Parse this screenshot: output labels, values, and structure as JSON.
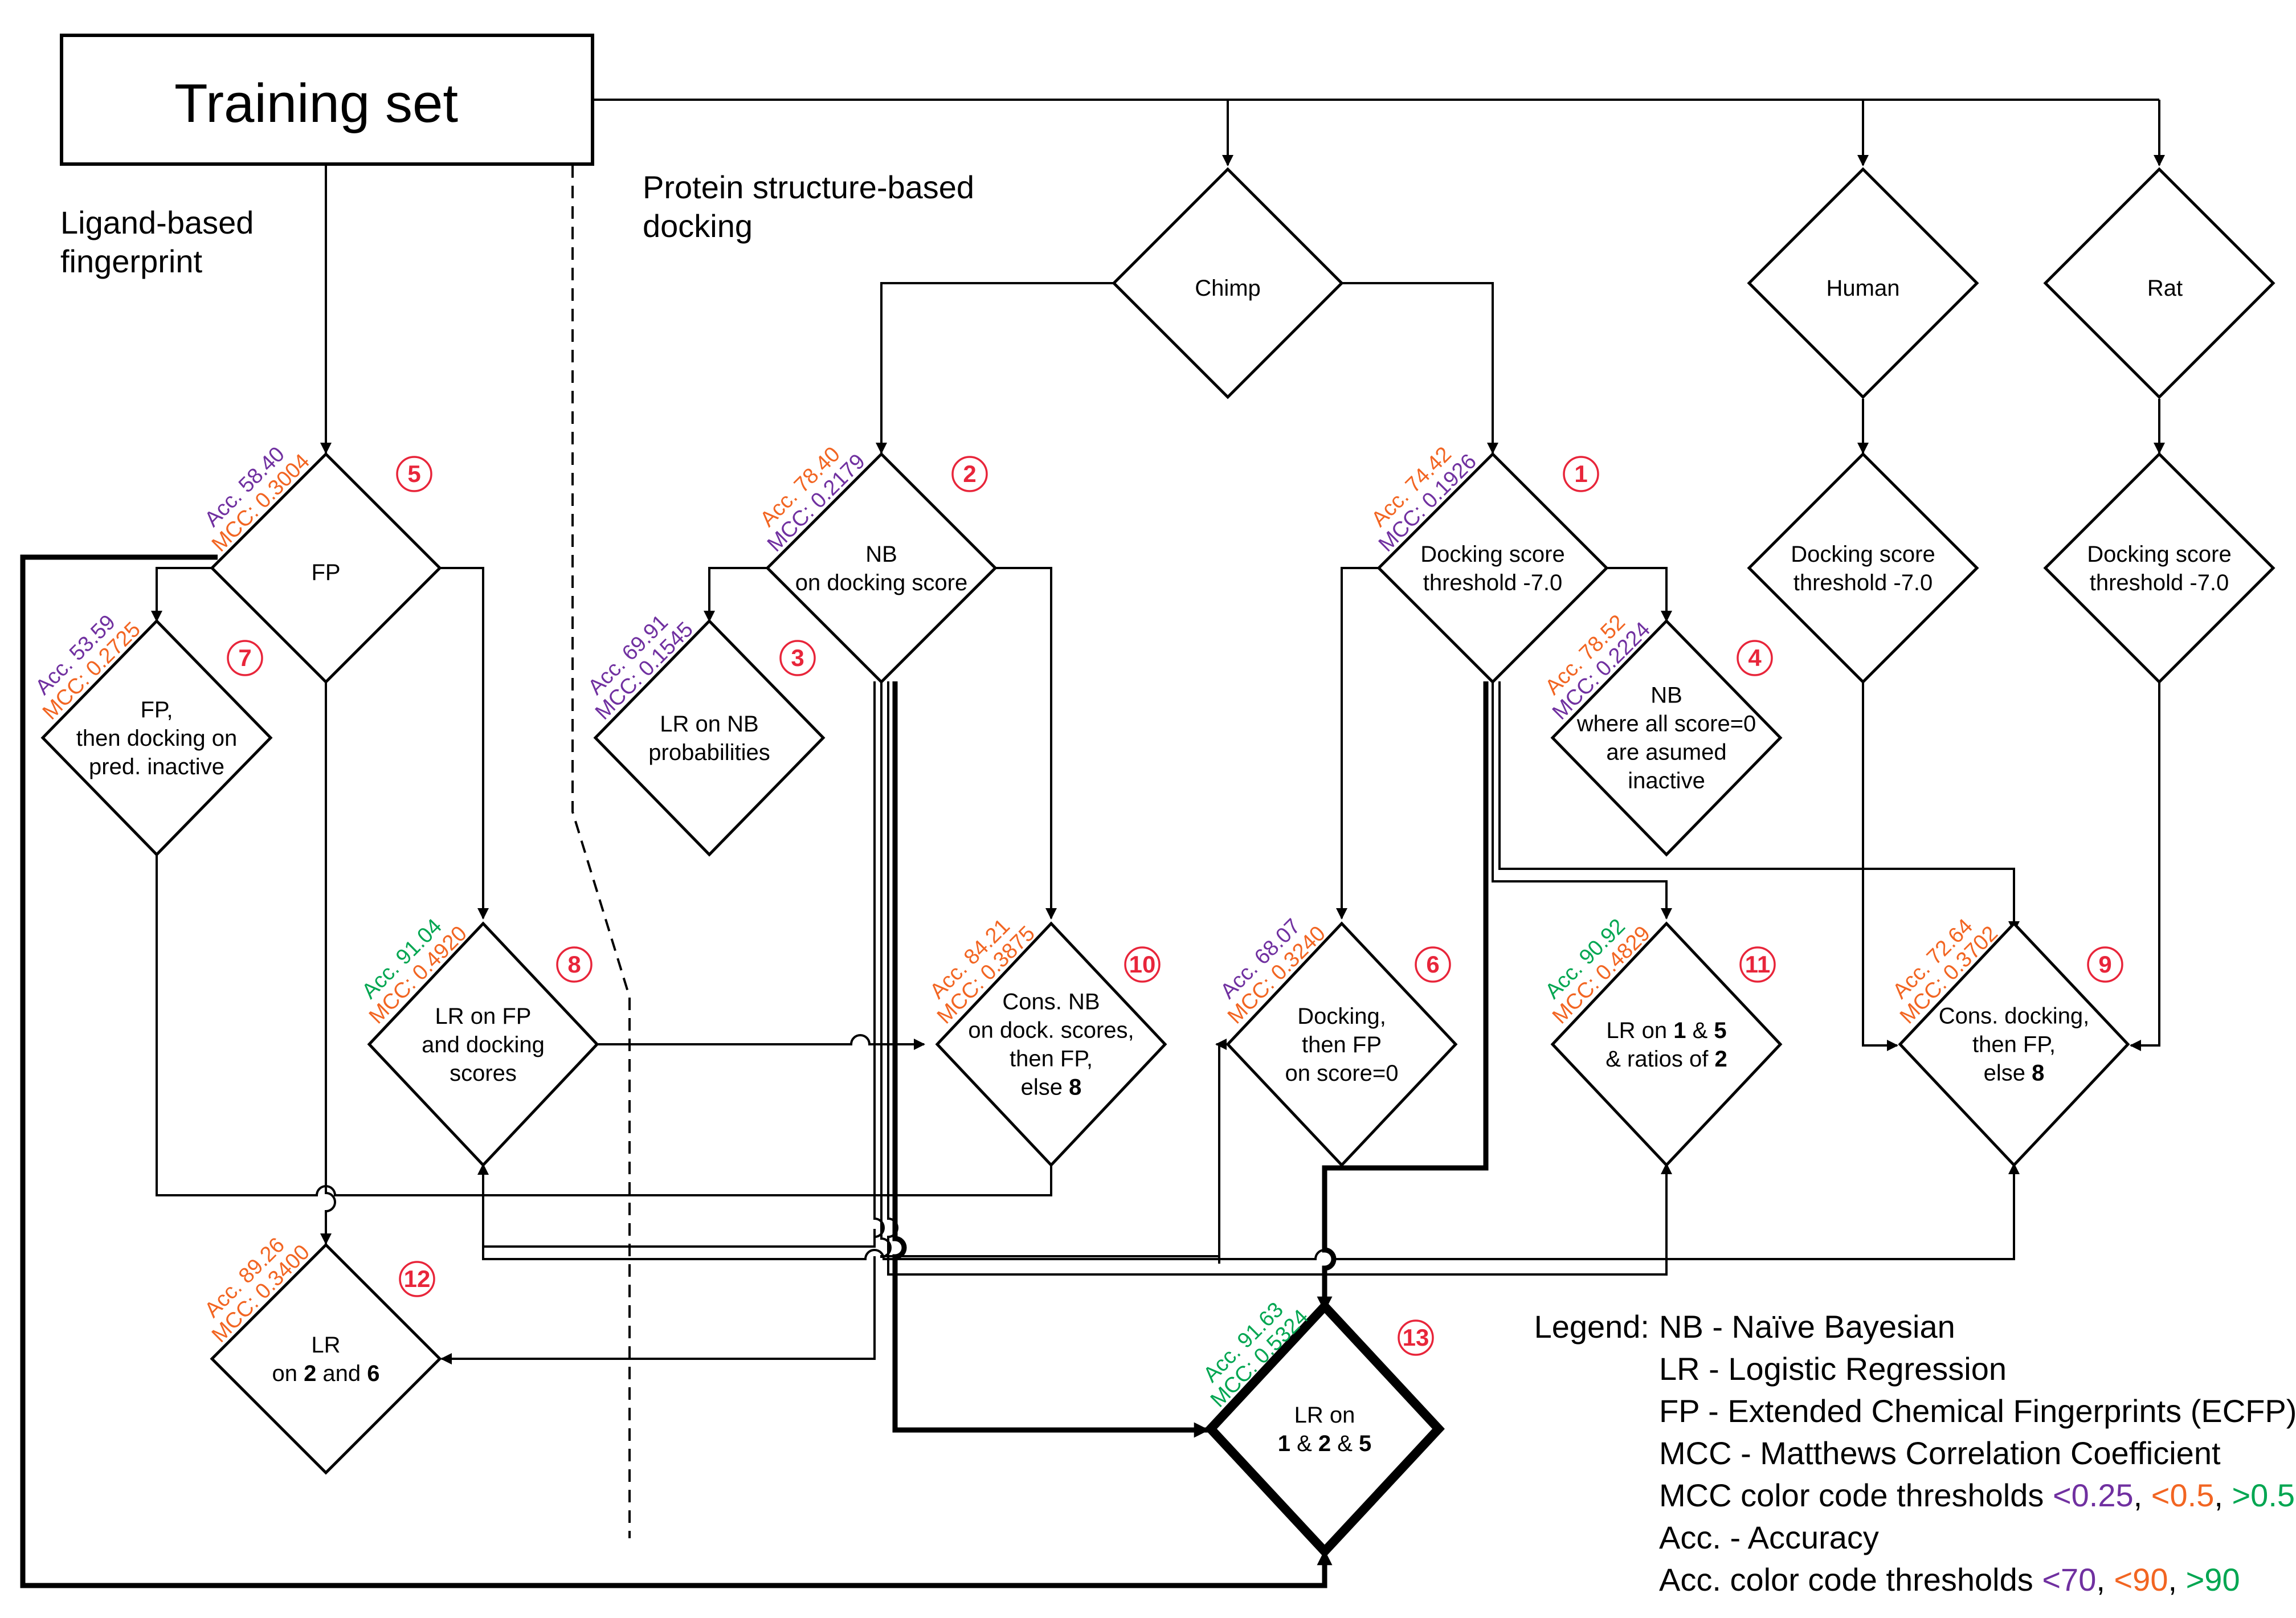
{
  "colors": {
    "low": "#7030a0",
    "mid": "#f26522",
    "high": "#00a651",
    "badge": "#e8253a"
  },
  "title": "Training set",
  "sections": {
    "ligand": [
      "Ligand-based",
      "fingerprint"
    ],
    "protein": [
      "Protein structure-based",
      "docking"
    ]
  },
  "species": {
    "chimp": "Chimp",
    "human": "Human",
    "rat": "Rat"
  },
  "nodes": {
    "fp": {
      "num": "5",
      "lines": [
        "FP"
      ],
      "acc": "Acc. 58.40",
      "acc_level": "low",
      "mcc": "MCC: 0.3004",
      "mcc_level": "mid"
    },
    "n2": {
      "num": "2",
      "lines": [
        "NB",
        "on docking score"
      ],
      "acc": "Acc. 78.40",
      "acc_level": "mid",
      "mcc": "MCC: 0.2179",
      "mcc_level": "low"
    },
    "n1": {
      "num": "1",
      "lines": [
        "Docking score",
        "threshold -7.0"
      ],
      "acc": "Acc. 74.42",
      "acc_level": "mid",
      "mcc": "MCC: 0.1926",
      "mcc_level": "low"
    },
    "hum": {
      "lines": [
        "Docking score",
        "threshold -7.0"
      ]
    },
    "rat": {
      "lines": [
        "Docking score",
        "threshold -7.0"
      ]
    },
    "n7": {
      "num": "7",
      "lines": [
        "FP,",
        "then docking on",
        "pred. inactive"
      ],
      "acc": "Acc. 53.59",
      "acc_level": "low",
      "mcc": "MCC: 0.2725",
      "mcc_level": "mid"
    },
    "n3": {
      "num": "3",
      "lines": [
        "LR on NB",
        "probabilities"
      ],
      "acc": "Acc. 69.91",
      "acc_level": "low",
      "mcc": "MCC: 0.1545",
      "mcc_level": "low"
    },
    "n4": {
      "num": "4",
      "lines": [
        "NB",
        "where all score=0",
        "are asumed",
        "inactive"
      ],
      "acc": "Acc. 78.52",
      "acc_level": "mid",
      "mcc": "MCC: 0.2224",
      "mcc_level": "low"
    },
    "n8": {
      "num": "8",
      "lines": [
        "LR on FP",
        "and docking",
        "scores"
      ],
      "acc": "Acc. 91.04",
      "acc_level": "high",
      "mcc": "MCC: 0.4920",
      "mcc_level": "mid"
    },
    "n10": {
      "num": "10",
      "lines": [
        "Cons. NB",
        "on dock. scores,",
        "then FP,",
        "else {8}"
      ],
      "acc": "Acc. 84.21",
      "acc_level": "mid",
      "mcc": "MCC: 0.3875",
      "mcc_level": "mid"
    },
    "n6": {
      "num": "6",
      "lines": [
        "Docking,",
        "then FP",
        "on score=0"
      ],
      "acc": "Acc. 68.07",
      "acc_level": "low",
      "mcc": "MCC: 0.3240",
      "mcc_level": "mid"
    },
    "n11": {
      "num": "11",
      "lines": [
        "LR on {1} & {5}",
        "& ratios of {2}"
      ],
      "acc": "Acc. 90.92",
      "acc_level": "high",
      "mcc": "MCC: 0.4829",
      "mcc_level": "mid"
    },
    "n9": {
      "num": "9",
      "lines": [
        "Cons. docking,",
        "then FP,",
        "else {8}"
      ],
      "acc": "Acc. 72.64",
      "acc_level": "mid",
      "mcc": "MCC: 0.3702",
      "mcc_level": "mid"
    },
    "n12": {
      "num": "12",
      "lines": [
        "LR",
        "on {2} and {6}"
      ],
      "acc": "Acc. 89.26",
      "acc_level": "mid",
      "mcc": "MCC: 0.3400",
      "mcc_level": "mid"
    },
    "n13": {
      "num": "13",
      "lines": [
        "LR on",
        "{1} & {2} & {5}"
      ],
      "acc": "Acc. 91.63",
      "acc_level": "high",
      "mcc": "MCC: 0.5324",
      "mcc_level": "high"
    }
  },
  "legend": {
    "title": "Legend:",
    "items": [
      "NB - Naïve Bayesian",
      "LR - Logistic Regression",
      "FP - Extended Chemical Fingerprints (ECFP)",
      "MCC - Matthews Correlation Coefficient"
    ],
    "mcc_thresholds": {
      "label": "MCC color code thresholds",
      "low": "<0.25",
      "mid": "<0.5",
      "high": ">0.5"
    },
    "acc_item": "Acc. - Accuracy",
    "acc_thresholds": {
      "label": "Acc. color code thresholds",
      "low": "<70",
      "mid": "<90",
      "high": ">90"
    }
  }
}
